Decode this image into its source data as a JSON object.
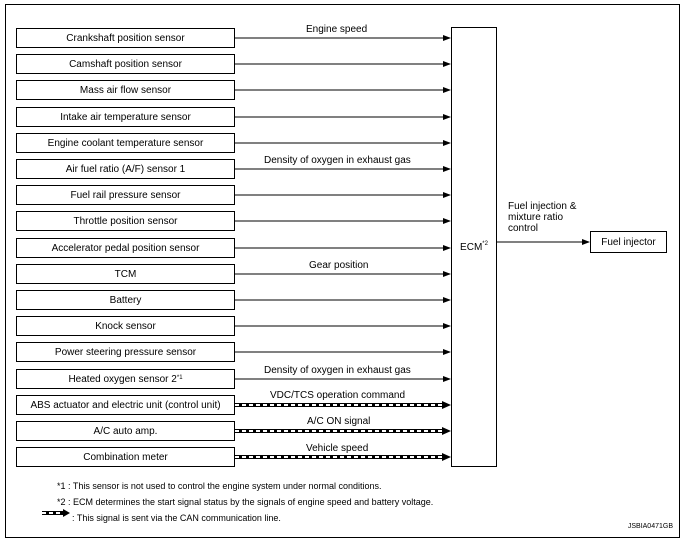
{
  "sensors": [
    {
      "label": "Crankshaft position sensor",
      "sup": ""
    },
    {
      "label": "Camshaft position sensor",
      "sup": ""
    },
    {
      "label": "Mass air flow sensor",
      "sup": ""
    },
    {
      "label": "Intake air temperature sensor",
      "sup": ""
    },
    {
      "label": "Engine coolant temperature sensor",
      "sup": ""
    },
    {
      "label": "Air fuel ratio (A/F) sensor 1",
      "sup": ""
    },
    {
      "label": "Fuel rail pressure sensor",
      "sup": ""
    },
    {
      "label": "Throttle position sensor",
      "sup": ""
    },
    {
      "label": "Accelerator pedal position sensor",
      "sup": ""
    },
    {
      "label": "TCM",
      "sup": ""
    },
    {
      "label": "Battery",
      "sup": ""
    },
    {
      "label": "Knock sensor",
      "sup": ""
    },
    {
      "label": "Power steering pressure sensor",
      "sup": ""
    },
    {
      "label": "Heated oxygen sensor 2",
      "sup": "*1"
    },
    {
      "label": "ABS actuator and electric unit (control unit)",
      "sup": ""
    },
    {
      "label": "A/C auto amp.",
      "sup": ""
    },
    {
      "label": "Combination meter",
      "sup": ""
    }
  ],
  "signals": {
    "engine_speed": "Engine speed",
    "o2_density_1": "Density of oxygen in exhaust gas",
    "gear_position": "Gear position",
    "o2_density_2": "Density of oxygen in exhaust gas",
    "vdc_tcs": "VDC/TCS operation command",
    "ac_on": "A/C ON signal",
    "vehicle_speed": "Vehicle speed"
  },
  "ecm": {
    "label": "ECM",
    "sup": "*2"
  },
  "fuel_output": {
    "line1": "Fuel injection &",
    "line2": "mixture ratio",
    "line3": "control"
  },
  "injector": "Fuel injector",
  "notes": {
    "n1_mark": "*1",
    "n1_text": " : This sensor is not used to control the engine system under normal conditions.",
    "n2_mark": "*2",
    "n2_text": " : ECM determines the start signal status by the signals of engine speed and battery voltage.",
    "can_text": ": This signal is sent via the CAN communication line."
  },
  "figure_code": "JSBIA0471GB"
}
